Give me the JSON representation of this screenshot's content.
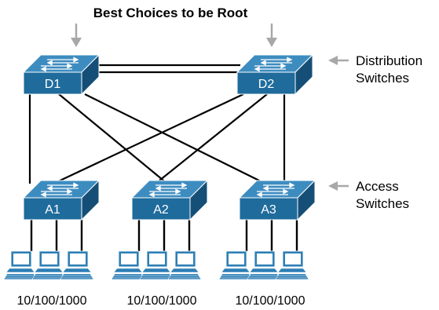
{
  "title": "Best Choices to be Root",
  "distribution_label": [
    "Distribution",
    "Switches"
  ],
  "access_label": [
    "Access",
    "Switches"
  ],
  "switches": {
    "d1": "D1",
    "d2": "D2",
    "a1": "A1",
    "a2": "A2",
    "a3": "A3"
  },
  "speeds": [
    "10/100/1000",
    "10/100/1000",
    "10/100/1000"
  ],
  "colors": {
    "switch_front": "#1f6b9c",
    "switch_top": "#3d8cc0",
    "switch_side": "#154f77",
    "arrow": "#a8a8a8",
    "pc_fill": "#2d7fb5"
  }
}
